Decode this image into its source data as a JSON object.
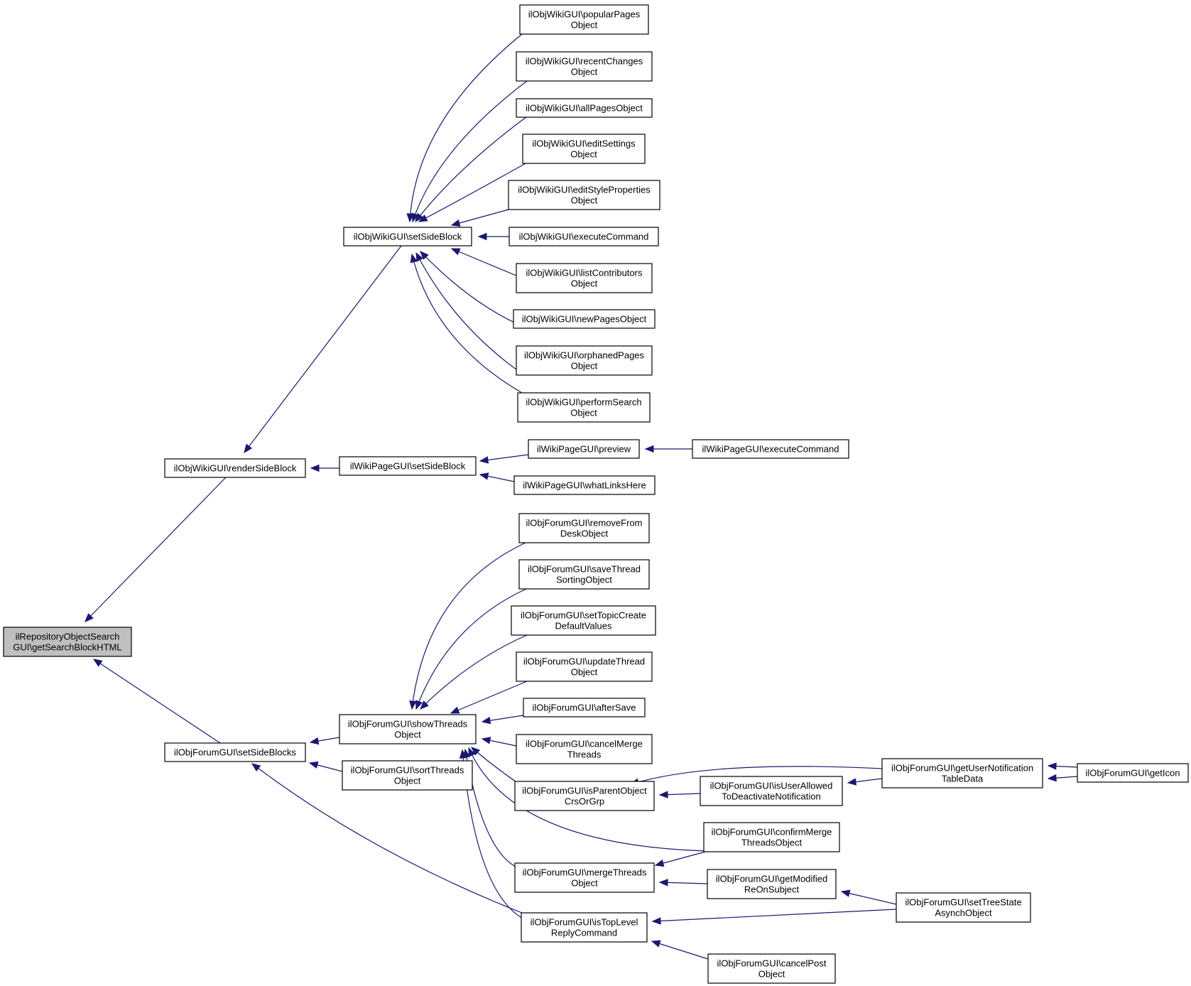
{
  "nodes": [
    {
      "id": "root",
      "lines": [
        "ilRepositoryObjectSearch",
        "GUI\\getSearchBlockHTML"
      ],
      "root": true
    },
    {
      "id": "renderSideBlock",
      "lines": [
        "ilObjWikiGUI\\renderSideBlock"
      ]
    },
    {
      "id": "setSideBlocks",
      "lines": [
        "ilObjForumGUI\\setSideBlocks"
      ]
    },
    {
      "id": "wikiSetSideBlock",
      "lines": [
        "ilObjWikiGUI\\setSideBlock"
      ]
    },
    {
      "id": "popularPages",
      "lines": [
        "ilObjWikiGUI\\popularPages",
        "Object"
      ]
    },
    {
      "id": "recentChanges",
      "lines": [
        "ilObjWikiGUI\\recentChanges",
        "Object"
      ]
    },
    {
      "id": "allPages",
      "lines": [
        "ilObjWikiGUI\\allPagesObject"
      ]
    },
    {
      "id": "editSettings",
      "lines": [
        "ilObjWikiGUI\\editSettings",
        "Object"
      ]
    },
    {
      "id": "editStyleProperties",
      "lines": [
        "ilObjWikiGUI\\editStyleProperties",
        "Object"
      ]
    },
    {
      "id": "wikiExecuteCommand",
      "lines": [
        "ilObjWikiGUI\\executeCommand"
      ]
    },
    {
      "id": "listContributors",
      "lines": [
        "ilObjWikiGUI\\listContributors",
        "Object"
      ]
    },
    {
      "id": "newPages",
      "lines": [
        "ilObjWikiGUI\\newPagesObject"
      ]
    },
    {
      "id": "orphanedPages",
      "lines": [
        "ilObjWikiGUI\\orphanedPages",
        "Object"
      ]
    },
    {
      "id": "performSearch",
      "lines": [
        "ilObjWikiGUI\\performSearch",
        "Object"
      ]
    },
    {
      "id": "pageSetSideBlock",
      "lines": [
        "ilWikiPageGUI\\setSideBlock"
      ]
    },
    {
      "id": "preview",
      "lines": [
        "ilWikiPageGUI\\preview"
      ]
    },
    {
      "id": "pageExecuteCommand",
      "lines": [
        "ilWikiPageGUI\\executeCommand"
      ]
    },
    {
      "id": "whatLinksHere",
      "lines": [
        "ilWikiPageGUI\\whatLinksHere"
      ]
    },
    {
      "id": "showThreads",
      "lines": [
        "ilObjForumGUI\\showThreads",
        "Object"
      ]
    },
    {
      "id": "sortThreads",
      "lines": [
        "ilObjForumGUI\\sortThreads",
        "Object"
      ]
    },
    {
      "id": "removeFromDesk",
      "lines": [
        "ilObjForumGUI\\removeFrom",
        "DeskObject"
      ]
    },
    {
      "id": "saveThreadSorting",
      "lines": [
        "ilObjForumGUI\\saveThread",
        "SortingObject"
      ]
    },
    {
      "id": "setTopicCreate",
      "lines": [
        "ilObjForumGUI\\setTopicCreate",
        "DefaultValues"
      ]
    },
    {
      "id": "updateThread",
      "lines": [
        "ilObjForumGUI\\updateThread",
        "Object"
      ]
    },
    {
      "id": "afterSave",
      "lines": [
        "ilObjForumGUI\\afterSave"
      ]
    },
    {
      "id": "cancelMerge",
      "lines": [
        "ilObjForumGUI\\cancelMerge",
        "Threads"
      ]
    },
    {
      "id": "isParentObject",
      "lines": [
        "ilObjForumGUI\\isParentObject",
        "CrsOrGrp"
      ]
    },
    {
      "id": "mergeThreads",
      "lines": [
        "ilObjForumGUI\\mergeThreads",
        "Object"
      ]
    },
    {
      "id": "isTopLevel",
      "lines": [
        "ilObjForumGUI\\isTopLevel",
        "ReplyCommand"
      ]
    },
    {
      "id": "isUserAllowed",
      "lines": [
        "ilObjForumGUI\\isUserAllowed",
        "ToDeactivateNotification"
      ]
    },
    {
      "id": "confirmMerge",
      "lines": [
        "ilObjForumGUI\\confirmMerge",
        "ThreadsObject"
      ]
    },
    {
      "id": "getModified",
      "lines": [
        "ilObjForumGUI\\getModified",
        "ReOnSubject"
      ]
    },
    {
      "id": "cancelPost",
      "lines": [
        "ilObjForumGUI\\cancelPost",
        "Object"
      ]
    },
    {
      "id": "getUserNotification",
      "lines": [
        "ilObjForumGUI\\getUserNotification",
        "TableData"
      ]
    },
    {
      "id": "setTreeState",
      "lines": [
        "ilObjForumGUI\\setTreeState",
        "AsynchObject"
      ]
    },
    {
      "id": "getIcon",
      "lines": [
        "ilObjForumGUI\\getIcon"
      ]
    }
  ]
}
